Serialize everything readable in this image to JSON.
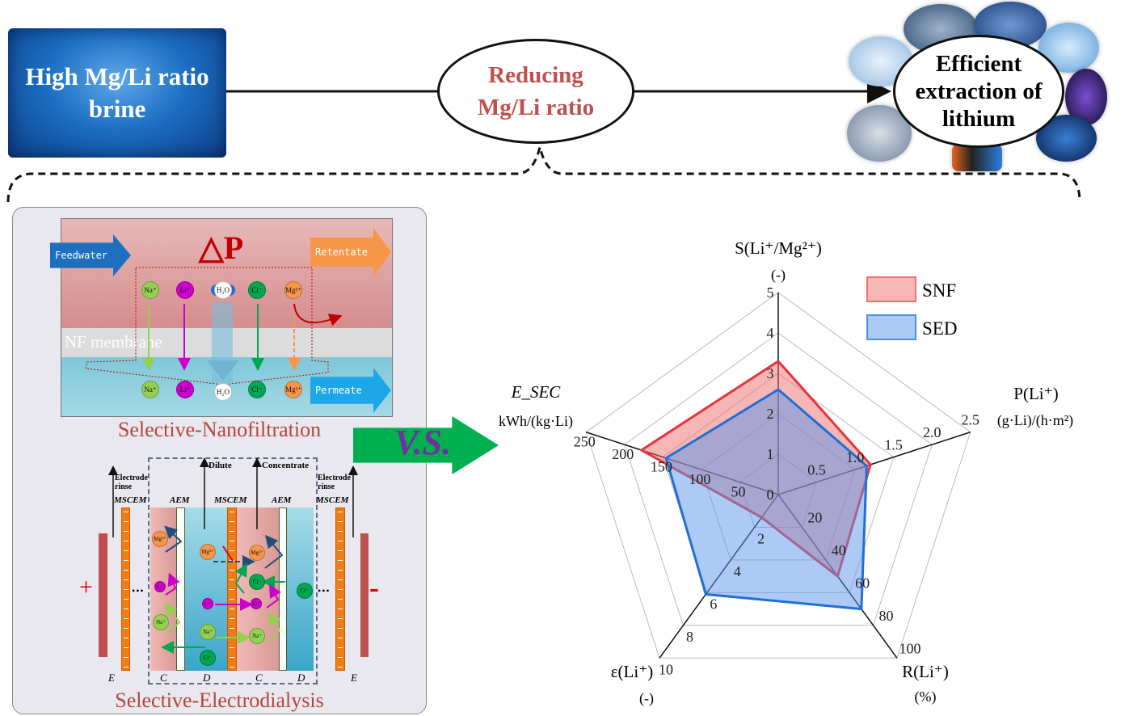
{
  "top": {
    "brine_label": "High Mg/Li ratio brine",
    "reducing_label": "Reducing Mg/Li ratio",
    "efficient_label": "Efficient extraction of lithium",
    "tech_icons": [
      "airplane-icon",
      "electric-car-icon",
      "solar-panel-icon",
      "wind-turbine-icon",
      "smartphone-icon",
      "train-icon",
      "satellite-icon",
      "smartwatch-icon"
    ]
  },
  "nf": {
    "delta_p": "△P",
    "feedwater": "Feedwater",
    "retentate": "Retentate",
    "permeate": "Permeate",
    "membrane": "NF membrane",
    "ions_top": [
      "Na⁺",
      "Li⁺",
      "H₂O",
      "Cl⁻",
      "Mg²⁺"
    ],
    "ions_bottom": [
      "Na⁺",
      "Li⁺",
      "H₂O",
      "Cl⁻",
      "Mg²⁺"
    ],
    "caption": "Selective-Nanofiltration"
  },
  "ed": {
    "plus": "+",
    "minus": "-",
    "dilute": "Dilute",
    "concentrate": "Concentrate",
    "electrode_rinse": "Electrode rinse",
    "membranes": [
      "MSCEM",
      "AEM",
      "MSCEM",
      "AEM",
      "MSCEM"
    ],
    "compartments": [
      "E",
      "C",
      "D",
      "C",
      "D",
      "E"
    ],
    "dots": "•••",
    "ions": {
      "mg": "Mg²⁺",
      "li": "Li⁺",
      "na": "Na⁺",
      "cl": "Cl⁻"
    },
    "caption": "Selective-Electrodialysis"
  },
  "vs": "V.S.",
  "colors": {
    "snf": "#e8343a",
    "sed": "#1f6fd6",
    "caption": "#b5453a",
    "vs_arrow": "#00b050",
    "vs_text": "#7030a0"
  },
  "chart_data": {
    "type": "radar",
    "axes": [
      {
        "label": "S(Li⁺/Mg²⁺)",
        "unit": "(-)",
        "ticks": [
          "0",
          "1",
          "2",
          "3",
          "4",
          "5"
        ],
        "max": 5
      },
      {
        "label": "P(Li⁺)",
        "unit": "(g·Li)/(h·m²)",
        "ticks": [
          "0.5",
          "1.0",
          "1.5",
          "2.0",
          "2.5"
        ],
        "max": 2.5
      },
      {
        "label": "R(Li⁺)",
        "unit": "(%)",
        "ticks": [
          "20",
          "40",
          "60",
          "80",
          "100"
        ],
        "max": 100
      },
      {
        "label": "ε(Li⁺)",
        "unit": "(-)",
        "ticks": [
          "2",
          "4",
          "6",
          "8",
          "10"
        ],
        "max": 10
      },
      {
        "label": "E_SEC",
        "unit": "kWh/(kg·Li)",
        "ticks": [
          "50",
          "100",
          "150",
          "200",
          "250"
        ],
        "max": 250
      }
    ],
    "series": [
      {
        "name": "SNF",
        "values": [
          3.3,
          1.2,
          50,
          1.4,
          178
        ]
      },
      {
        "name": "SED",
        "values": [
          2.6,
          1.15,
          70,
          6.1,
          146
        ]
      }
    ],
    "legend": "top-right",
    "grid": true
  }
}
